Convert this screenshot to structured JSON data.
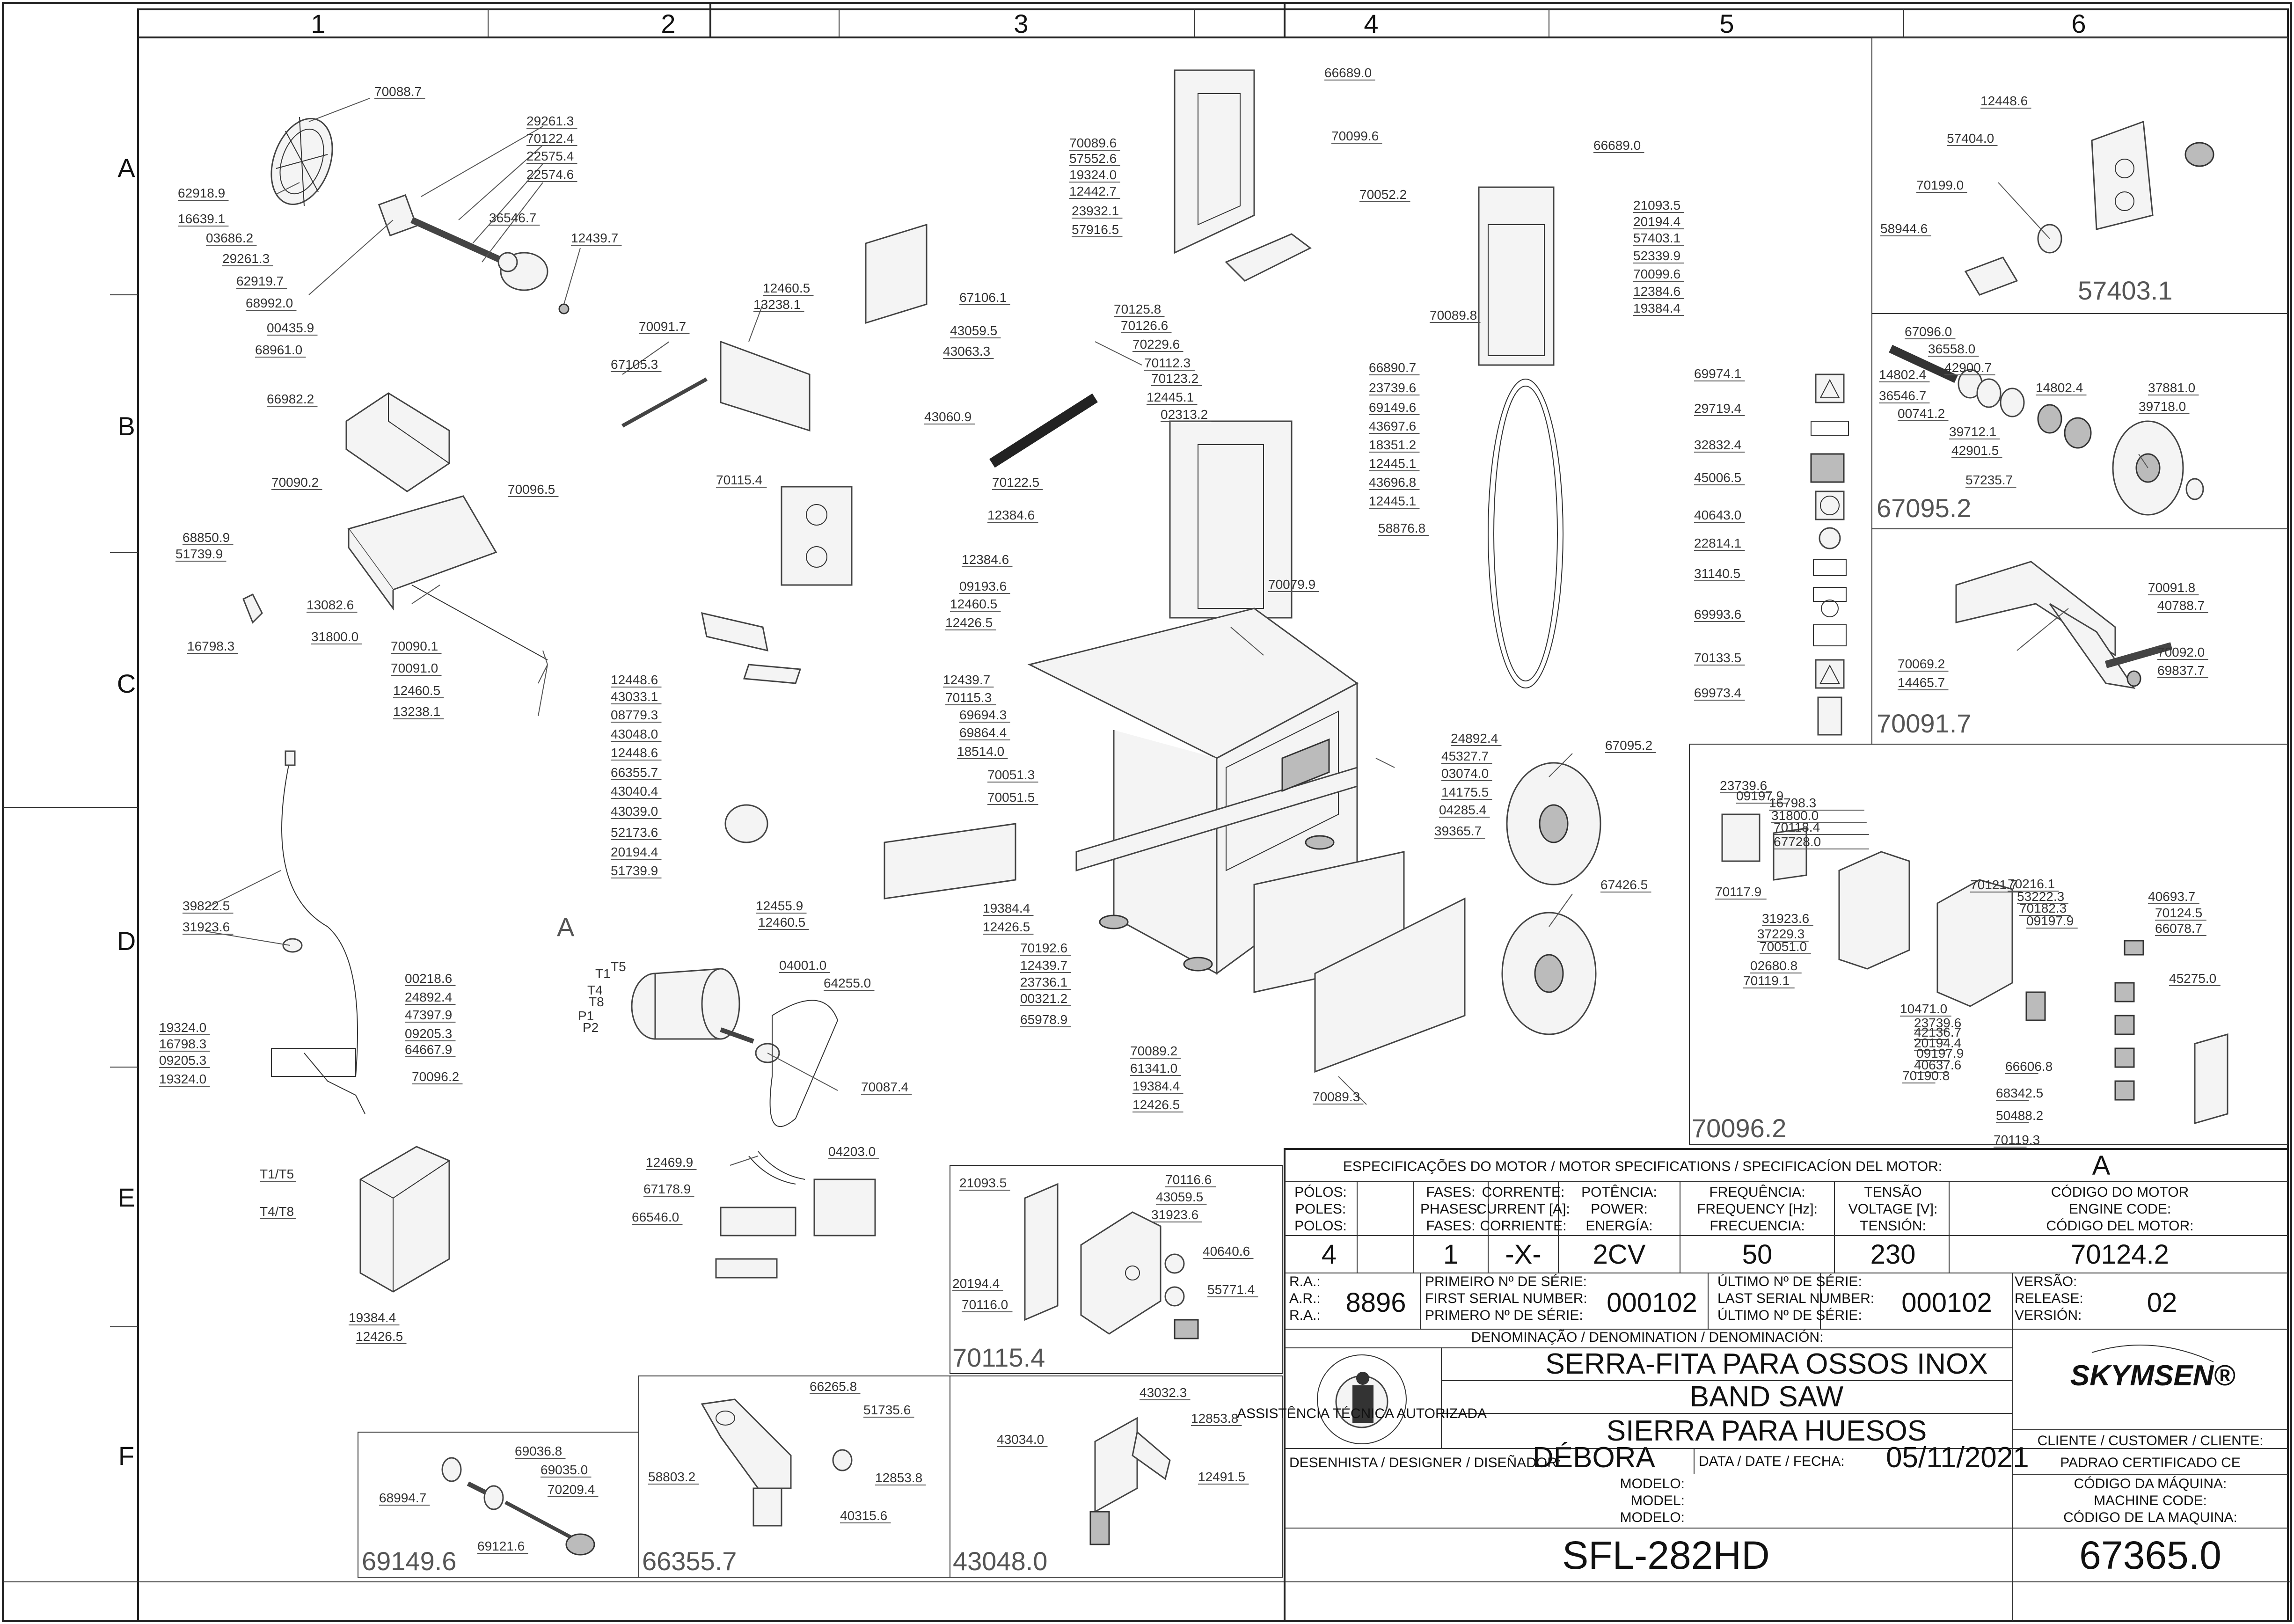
{
  "grid": {
    "columns": [
      "1",
      "2",
      "3",
      "4",
      "5",
      "6"
    ],
    "rows": [
      "A",
      "B",
      "C",
      "D",
      "E",
      "F"
    ]
  },
  "part_numbers": [
    "70088.7",
    "29261.3",
    "70122.4",
    "22575.4",
    "22574.6",
    "62918.9",
    "16639.1",
    "03686.2",
    "29261.3",
    "62919.7",
    "36546.7",
    "12439.7",
    "68992.0",
    "00435.9",
    "68961.0",
    "66982.2",
    "70090.2",
    "70096.5",
    "68850.9",
    "51739.9",
    "13082.6",
    "16798.3",
    "31800.0",
    "70090.1",
    "70091.0",
    "12460.5",
    "13238.1",
    "12460.5",
    "13238.1",
    "70091.7",
    "67105.3",
    "67106.1",
    "43059.5",
    "43063.3",
    "43060.9",
    "70115.4",
    "12448.6",
    "43033.1",
    "08779.3",
    "43048.0",
    "12448.6",
    "66355.7",
    "43040.4",
    "43039.0",
    "52173.6",
    "20194.4",
    "51739.9",
    "66689.0",
    "70089.6",
    "57552.6",
    "19324.0",
    "12442.7",
    "23932.1",
    "57916.5",
    "70099.6",
    "70052.2",
    "70125.8",
    "70126.6",
    "70229.6",
    "70112.3",
    "70123.2",
    "12445.1",
    "02313.2",
    "70122.5",
    "12384.6",
    "12384.6",
    "09193.6",
    "12460.5",
    "12426.5",
    "12439.7",
    "70115.3",
    "69694.3",
    "69864.4",
    "18514.0",
    "70051.3",
    "70051.5",
    "66890.7",
    "23739.6",
    "69149.6",
    "43697.6",
    "18351.2",
    "12445.1",
    "43696.8",
    "12445.1",
    "70079.9",
    "19384.4",
    "12426.5",
    "70192.6",
    "12439.7",
    "23736.1",
    "00321.2",
    "65978.9",
    "70089.2",
    "61341.0",
    "19384.4",
    "12426.5",
    "70089.3",
    "66689.0",
    "21093.5",
    "20194.4",
    "57403.1",
    "52339.9",
    "70099.6",
    "12384.6",
    "19384.4",
    "70089.8",
    "58876.8",
    "24892.4",
    "45327.7",
    "03074.0",
    "14175.5",
    "04285.4",
    "39365.7",
    "67095.2",
    "67426.5",
    "69974.1",
    "29719.4",
    "32832.4",
    "45006.5",
    "40643.0",
    "22814.1",
    "31140.5",
    "69993.6",
    "70133.5",
    "69973.4",
    "39822.5",
    "31923.6",
    "00218.6",
    "24892.4",
    "47397.9",
    "09205.3",
    "64667.9",
    "19324.0",
    "16798.3",
    "09205.3",
    "19324.0",
    "70096.2",
    "T1/T5",
    "T4/T8",
    "19384.4",
    "12426.5",
    "12455.9",
    "12460.5",
    "04001.0",
    "64255.0",
    "70087.4",
    "12469.9",
    "04203.0",
    "67178.9",
    "66546.0",
    "21093.5",
    "70116.6",
    "43059.5",
    "31923.6",
    "40640.6",
    "20194.4",
    "70116.0",
    "55771.4",
    "69036.8",
    "69035.0",
    "70209.4",
    "68994.7",
    "69121.6",
    "66265.8",
    "51735.6",
    "58803.2",
    "12853.8",
    "40315.6",
    "43032.3",
    "12853.8",
    "43034.0",
    "12491.5",
    "12448.6",
    "57404.0",
    "70199.0",
    "58944.6",
    "67096.0",
    "36558.0",
    "14802.4",
    "42900.7",
    "36546.7",
    "14802.4",
    "00741.2",
    "37881.0",
    "39718.0",
    "39712.1",
    "42901.5",
    "57235.7",
    "70091.8",
    "40788.7",
    "70069.2",
    "70092.0",
    "14465.7",
    "69837.7",
    "23739.6",
    "09197.9",
    "16798.3",
    "31800.0",
    "70118.4",
    "67728.0",
    "70117.9",
    "31923.6",
    "37229.3",
    "70051.0",
    "02680.8",
    "70119.1",
    "70121.7",
    "70216.1",
    "53222.3",
    "70182.3",
    "09197.9",
    "40693.7",
    "70124.5",
    "66078.7",
    "45275.0",
    "10471.0",
    "23739.6",
    "42136.7",
    "20194.4",
    "09197.9",
    "40637.6",
    "70190.8",
    "66606.8",
    "68342.5",
    "50488.2",
    "70119.3"
  ],
  "big_labels": [
    "57403.1",
    "67095.2",
    "70091.7",
    "70096.2",
    "70115.4",
    "69149.6",
    "66355.7",
    "43048.0",
    "A"
  ],
  "motor_letters": [
    "T1",
    "T5",
    "T4",
    "T8",
    "P1",
    "P2"
  ],
  "title_block": {
    "motor_spec_header": "ESPECIFICAÇÕES DO MOTOR / MOTOR SPECIFICATIONS / SPECIFICACÍON DEL MOTOR:",
    "motor_spec_value": "A",
    "col_poles": [
      "PÓLOS:",
      "POLES:",
      "POLOS:"
    ],
    "col_phases": [
      "FASES:",
      "PHASES:",
      "FASES:"
    ],
    "col_current": [
      "CORRENTE:",
      "CURRENT [A]:",
      "CORRIENTE:"
    ],
    "col_power": [
      "POTÊNCIA:",
      "POWER:",
      "ENERGÍA:"
    ],
    "col_freq": [
      "FREQUÊNCIA:",
      "FREQUENCY [Hz]:",
      "FRECUENCIA:"
    ],
    "col_voltage": [
      "TENSÃO",
      "VOLTAGE [V]:",
      "TENSIÓN:"
    ],
    "col_code": [
      "CÓDIGO DO MOTOR",
      "ENGINE CODE:",
      "CÓDIGO DEL MOTOR:"
    ],
    "val_poles": "4",
    "val_phases": "1",
    "val_current": "-X-",
    "val_power": "2CV",
    "val_freq": "50",
    "val_voltage": "230",
    "val_code": "70124.2",
    "ra_labels": [
      "R.A.:",
      "A.R.:",
      "R.A.:"
    ],
    "ra_value": "8896",
    "first_serial": [
      "PRIMEIRO Nº DE SÉRIE:",
      "FIRST SERIAL NUMBER:",
      "PRIMERO Nº DE SÉRIE:"
    ],
    "first_serial_value": "000102",
    "last_serial": [
      "ÚLTIMO Nº DE SÉRIE:",
      "LAST SERIAL NUMBER:",
      "ÚLTIMO Nº DE SÉRIE:"
    ],
    "last_serial_value": "000102",
    "version": [
      "VERSÃO:",
      "RELEASE:",
      "VERSIÓN:"
    ],
    "version_value": "02",
    "denomination_label": "DENOMINAÇÃO / DENOMINATION / DENOMINACIÓN:",
    "name_pt": "SERRA-FITA PARA OSSOS INOX",
    "name_en": "BAND SAW",
    "name_es": "SIERRA PARA HUESOS",
    "brand": "SKYMSEN®",
    "seal_text": "ASSISTÊNCIA TÉCNICA AUTORIZADA",
    "designer_label": "DESENHISTA / DESIGNER / DISEÑADOR:",
    "designer_value": "DÉBORA",
    "date_label": "DATA / DATE / FECHA:",
    "date_value": "05/11/2021",
    "client_label": "CLIENTE / CUSTOMER / CLIENTE:",
    "client_value": "PADRAO CERTIFICADO CE",
    "model_label": [
      "MODELO:",
      "MODEL:",
      "MODELO:"
    ],
    "model_value": "SFL-282HD",
    "machine_code_label": [
      "CÓDIGO DA MÁQUINA:",
      "MACHINE CODE:",
      "CÓDIGO DE LA MAQUINA:"
    ],
    "machine_code_value": "67365.0"
  }
}
